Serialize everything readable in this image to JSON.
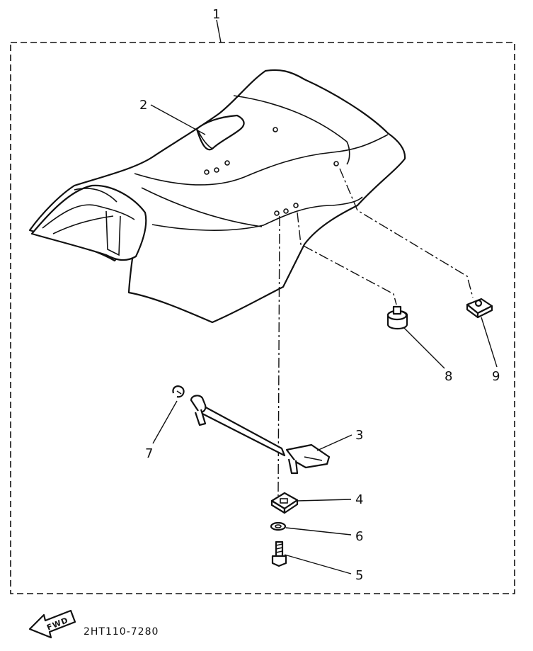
{
  "callouts": {
    "assembly": "1",
    "seat_lock": "2",
    "lock_rod": "3",
    "bracket": "4",
    "bolt": "5",
    "washer": "6",
    "clip": "7",
    "damper": "8",
    "nut": "9"
  },
  "footer": {
    "fwd_label": "FWD",
    "drawing_code": "2HT110-7280"
  }
}
